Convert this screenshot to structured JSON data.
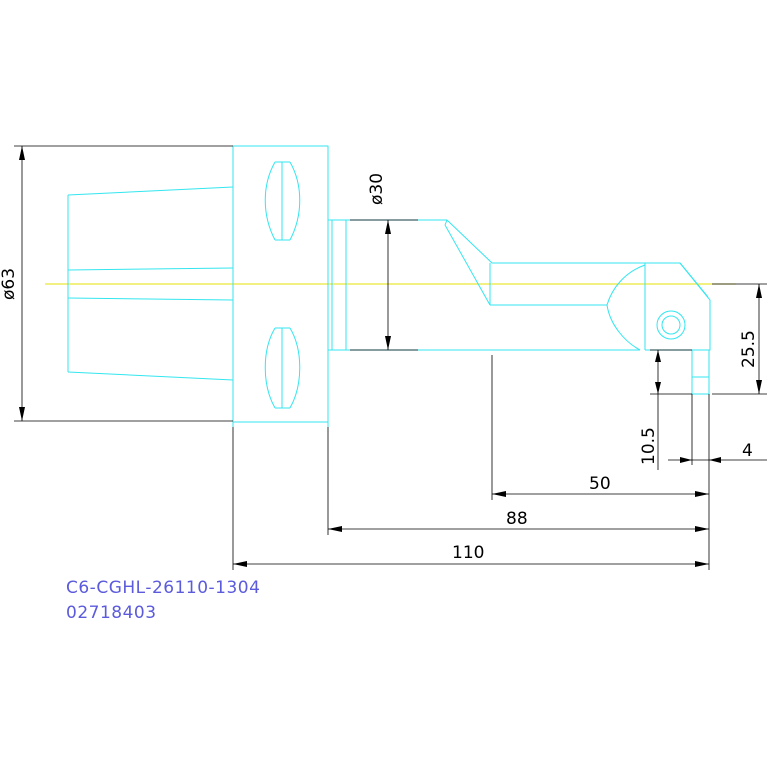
{
  "drawing": {
    "dimensions": {
      "shank_diameter": "ø63",
      "neck_diameter": "ø30",
      "height_offset": "25.5",
      "tip_height": "10.5",
      "tip_width": "4",
      "length_from_bar": "50",
      "length_from_flange": "88",
      "overall_length": "110"
    },
    "part_number": "C6-CGHL-26110-1304",
    "order_code": "02718403",
    "colors": {
      "outline": "#33e6ef",
      "dimension": "#000000",
      "centerline": "#e4e000",
      "caption": "#5b5bdc"
    }
  }
}
